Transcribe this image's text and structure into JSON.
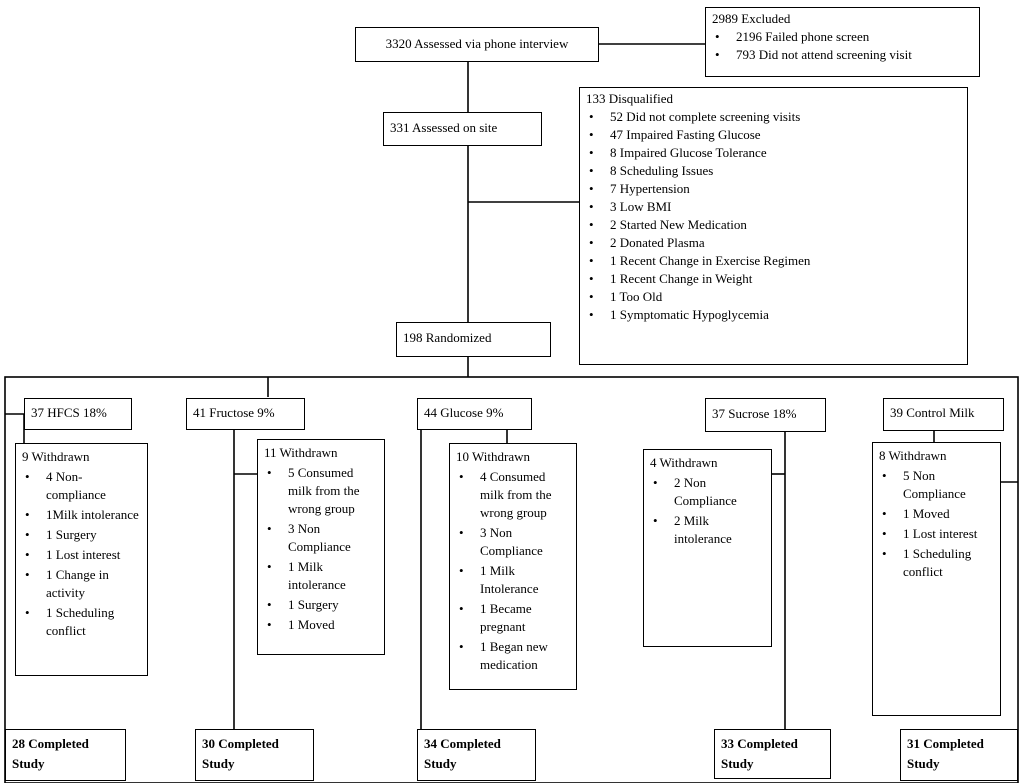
{
  "screening": {
    "assessed_phone": "3320 Assessed via phone interview",
    "excluded": {
      "header": "2989 Excluded",
      "items": [
        "2196 Failed phone screen",
        "793 Did not attend screening visit"
      ]
    },
    "assessed_site": "331 Assessed on site",
    "disqualified": {
      "header": "133 Disqualified",
      "items": [
        "52 Did not complete screening visits",
        "47 Impaired Fasting Glucose",
        "8 Impaired Glucose Tolerance",
        "8 Scheduling Issues",
        "7 Hypertension",
        "3 Low BMI",
        "2 Started New Medication",
        "2 Donated Plasma",
        "1 Recent Change in Exercise Regimen",
        "1 Recent Change in Weight",
        "1 Too Old",
        "1  Symptomatic Hypoglycemia"
      ]
    },
    "randomized": "198 Randomized"
  },
  "arms": [
    {
      "group": "37 HFCS 18%",
      "withdrawn_header": "9 Withdrawn",
      "withdrawn_items": [
        "4 Non-compliance",
        "1Milk intolerance",
        "1 Surgery",
        "1 Lost interest",
        "1 Change in activity",
        "1 Scheduling conflict"
      ],
      "completed": "28 Completed Study"
    },
    {
      "group": "41 Fructose 9%",
      "withdrawn_header": "11 Withdrawn",
      "withdrawn_items": [
        "5 Consumed milk from the wrong group",
        "3 Non Compliance",
        "1 Milk intolerance",
        "1 Surgery",
        "1 Moved"
      ],
      "completed": "30 Completed Study"
    },
    {
      "group": "44 Glucose 9%",
      "withdrawn_header": "10 Withdrawn",
      "withdrawn_items": [
        "4 Consumed milk from the wrong group",
        "3 Non Compliance",
        "1 Milk Intolerance",
        "1 Became pregnant",
        "1 Began new medication"
      ],
      "completed": "34 Completed Study"
    },
    {
      "group": "37 Sucrose 18%",
      "withdrawn_header": "4 Withdrawn",
      "withdrawn_items": [
        "2 Non Compliance",
        "2 Milk intolerance"
      ],
      "completed": "33 Completed Study"
    },
    {
      "group": "39 Control Milk",
      "withdrawn_header": "8 Withdrawn",
      "withdrawn_items": [
        "5 Non Compliance",
        "1 Moved",
        "1 Lost interest",
        "1 Scheduling conflict"
      ],
      "completed": "31 Completed Study"
    }
  ]
}
